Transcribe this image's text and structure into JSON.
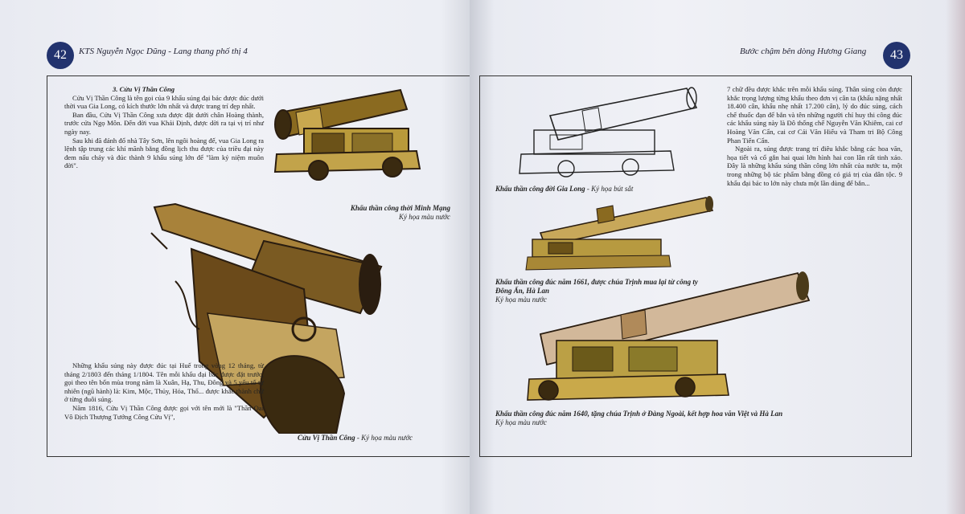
{
  "left_page": {
    "page_number": "42",
    "running_head": "KTS Nguyễn Ngọc Dũng - Lang thang phố thị 4",
    "section_heading": "3. Cửu Vị Thần Công",
    "paragraphs_top": [
      "Cửu Vị Thần Công là tên gọi của 9 khẩu súng đại bác được đúc dưới thời vua Gia Long, có kích thước lớn nhất và được trang trí đẹp nhất.",
      "Ban đầu, Cửu Vị Thần Công xưa được đặt dưới chân Hoàng thành, trước cửa Ngọ Môn. Đến đời vua Khải Định, được dời ra tại vị trí như ngày nay.",
      "Sau khi đã đánh đổ nhà Tây Sơn, lên ngôi hoàng đế, vua Gia Long ra lệnh tập trung các khí mãnh bằng đồng lịch thu được của triều đại này đem nấu chảy và đúc thành 9 khẩu súng lớn để \"làm kỷ niệm muôn đời\"."
    ],
    "paragraphs_bottom": [
      "Những khẩu súng này được đúc tại Huế trong vòng 12 tháng, từ tháng 2/1803 đến tháng 1/1804. Tên mỗi khẩu đại bác được đặt trước, gọi theo tên bốn mùa trong năm là Xuân, Hạ, Thu, Đông và 5 yếu tố tự nhiên (ngũ hành) là: Kim, Mộc, Thủy, Hỏa, Thổ... được khắc thành chữ ở từng đuôi súng.",
      "Năm 1816, Cửu Vị Thần Công được gọi với tên mới là \"Thần Oai Vô Địch Thượng Tướng Công Cửu Vị\","
    ],
    "caption_top": {
      "title": "Khẩu thần công thời Minh Mạng",
      "sub": "Ký họa màu nước"
    },
    "caption_bottom": {
      "title": "Cửu Vị Thần Công",
      "sub": " - Ký họa màu nước"
    }
  },
  "right_page": {
    "page_number": "43",
    "running_head": "Bước chậm bên dòng Hương Giang",
    "paragraphs": [
      "7 chữ đều được khắc trên mỗi khẩu súng. Thân súng còn được khắc trọng lượng từng khẩu theo đơn vị cân ta (khẩu nặng nhất 18.400 cân, khẩu nhẹ nhất 17.200 cân), lý do đúc súng, cách chế thuốc đạn để bắn và tên những người chỉ huy thi công đúc các khẩu súng này là Đô thống chế Nguyễn Văn Khiêm, cai cơ Hoàng Văn Cẩn, cai cơ Cái Văn Hiếu và Tham tri Bộ Công Phan Tiến Cẩn.",
      "Ngoài ra, súng được trang trí điêu khắc bằng các hoa văn, họa tiết và cổ gắn hai quai lớn hình hai con lân rất tinh xảo. Đây là những khẩu súng thần công lớn nhất của nước ta, một trong những bộ tác phẩm bằng đồng có giá trị của dân tộc. 9 khẩu đại bác to lớn này chưa một lần dùng để bắn..."
    ],
    "caption_1": {
      "title": "Khẩu thần công đời Gia Long",
      "sub": " - Ký họa bút sắt"
    },
    "caption_2": {
      "title": "Khẩu thần công đúc năm 1661, được chúa Trịnh mua lại từ công ty Đông Ấn, Hà Lan",
      "sub": "Ký họa màu nước"
    },
    "caption_3": {
      "title": "Khẩu thần công đúc năm 1640, tặng chúa Trịnh ở Đàng Ngoài, kết hợp hoa văn Việt và Hà Lan",
      "sub": "Ký họa màu nước"
    }
  },
  "colors": {
    "page_badge": "#22336e",
    "frame": "#333333",
    "paper": "#eef0f6",
    "bronze": "#a8823a",
    "ink": "#2a1d10"
  }
}
